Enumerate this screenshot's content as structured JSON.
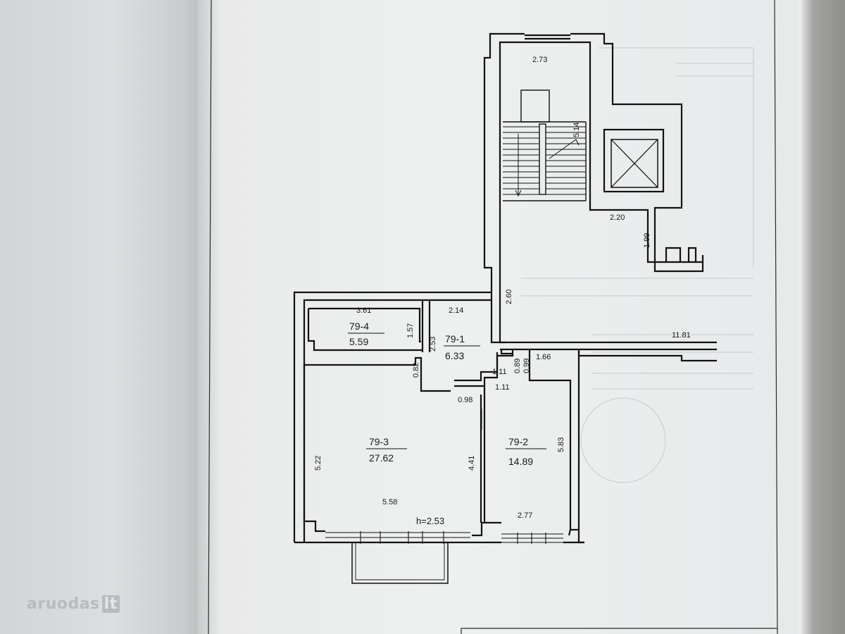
{
  "plan": {
    "rooms": [
      {
        "id": "79-4",
        "area": "5.59"
      },
      {
        "id": "79-1",
        "area": "6.33"
      },
      {
        "id": "79-3",
        "area": "27.62"
      },
      {
        "id": "79-2",
        "area": "14.89"
      }
    ],
    "dimensions": {
      "stair_top_width": "2.73",
      "stair_length": "5.14",
      "elevator_width": "2.20",
      "corridor_depth": "1.99",
      "corridor_span": "2.60",
      "total_length": "11.81",
      "r794_width": "3.61",
      "r794_depth": "1.57",
      "r791_width": "2.14",
      "r791_depth": "2.53",
      "r791_niche": "0.82",
      "hall_a": "1.11",
      "hall_b": "0.89",
      "hall_c": "0.99",
      "hall_d": "1.11",
      "r792_top_width": "1.66",
      "r791_bottom": "0.98",
      "r793_height": "5.22",
      "r793_inner": "4.41",
      "r793_width": "5.58",
      "r792_height": "5.83",
      "r792_width": "2.77"
    },
    "ceiling_height": "h=2.53"
  },
  "watermark": {
    "brand": "aruodas",
    "tld": "lt"
  }
}
